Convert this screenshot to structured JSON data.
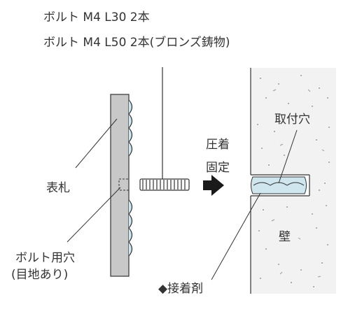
{
  "header": {
    "line1": "ボルト M4 L30 2本",
    "line2": "ボルト M4 L50 2本(ブロンズ鋳物)"
  },
  "labels": {
    "plate": "表札",
    "hole_line1": "ボルト用穴",
    "hole_line2": "(目地あり)",
    "mount_hole": "取付穴",
    "fix_line1": "圧着",
    "fix_line2": "固定",
    "wall": "壁",
    "adhesive": "◆接着剤"
  },
  "colors": {
    "plate_fill": "#c8c8c8",
    "wall_fill": "#f2f2f2",
    "adhesive_fill": "#cfe6ef",
    "line": "#333333"
  }
}
